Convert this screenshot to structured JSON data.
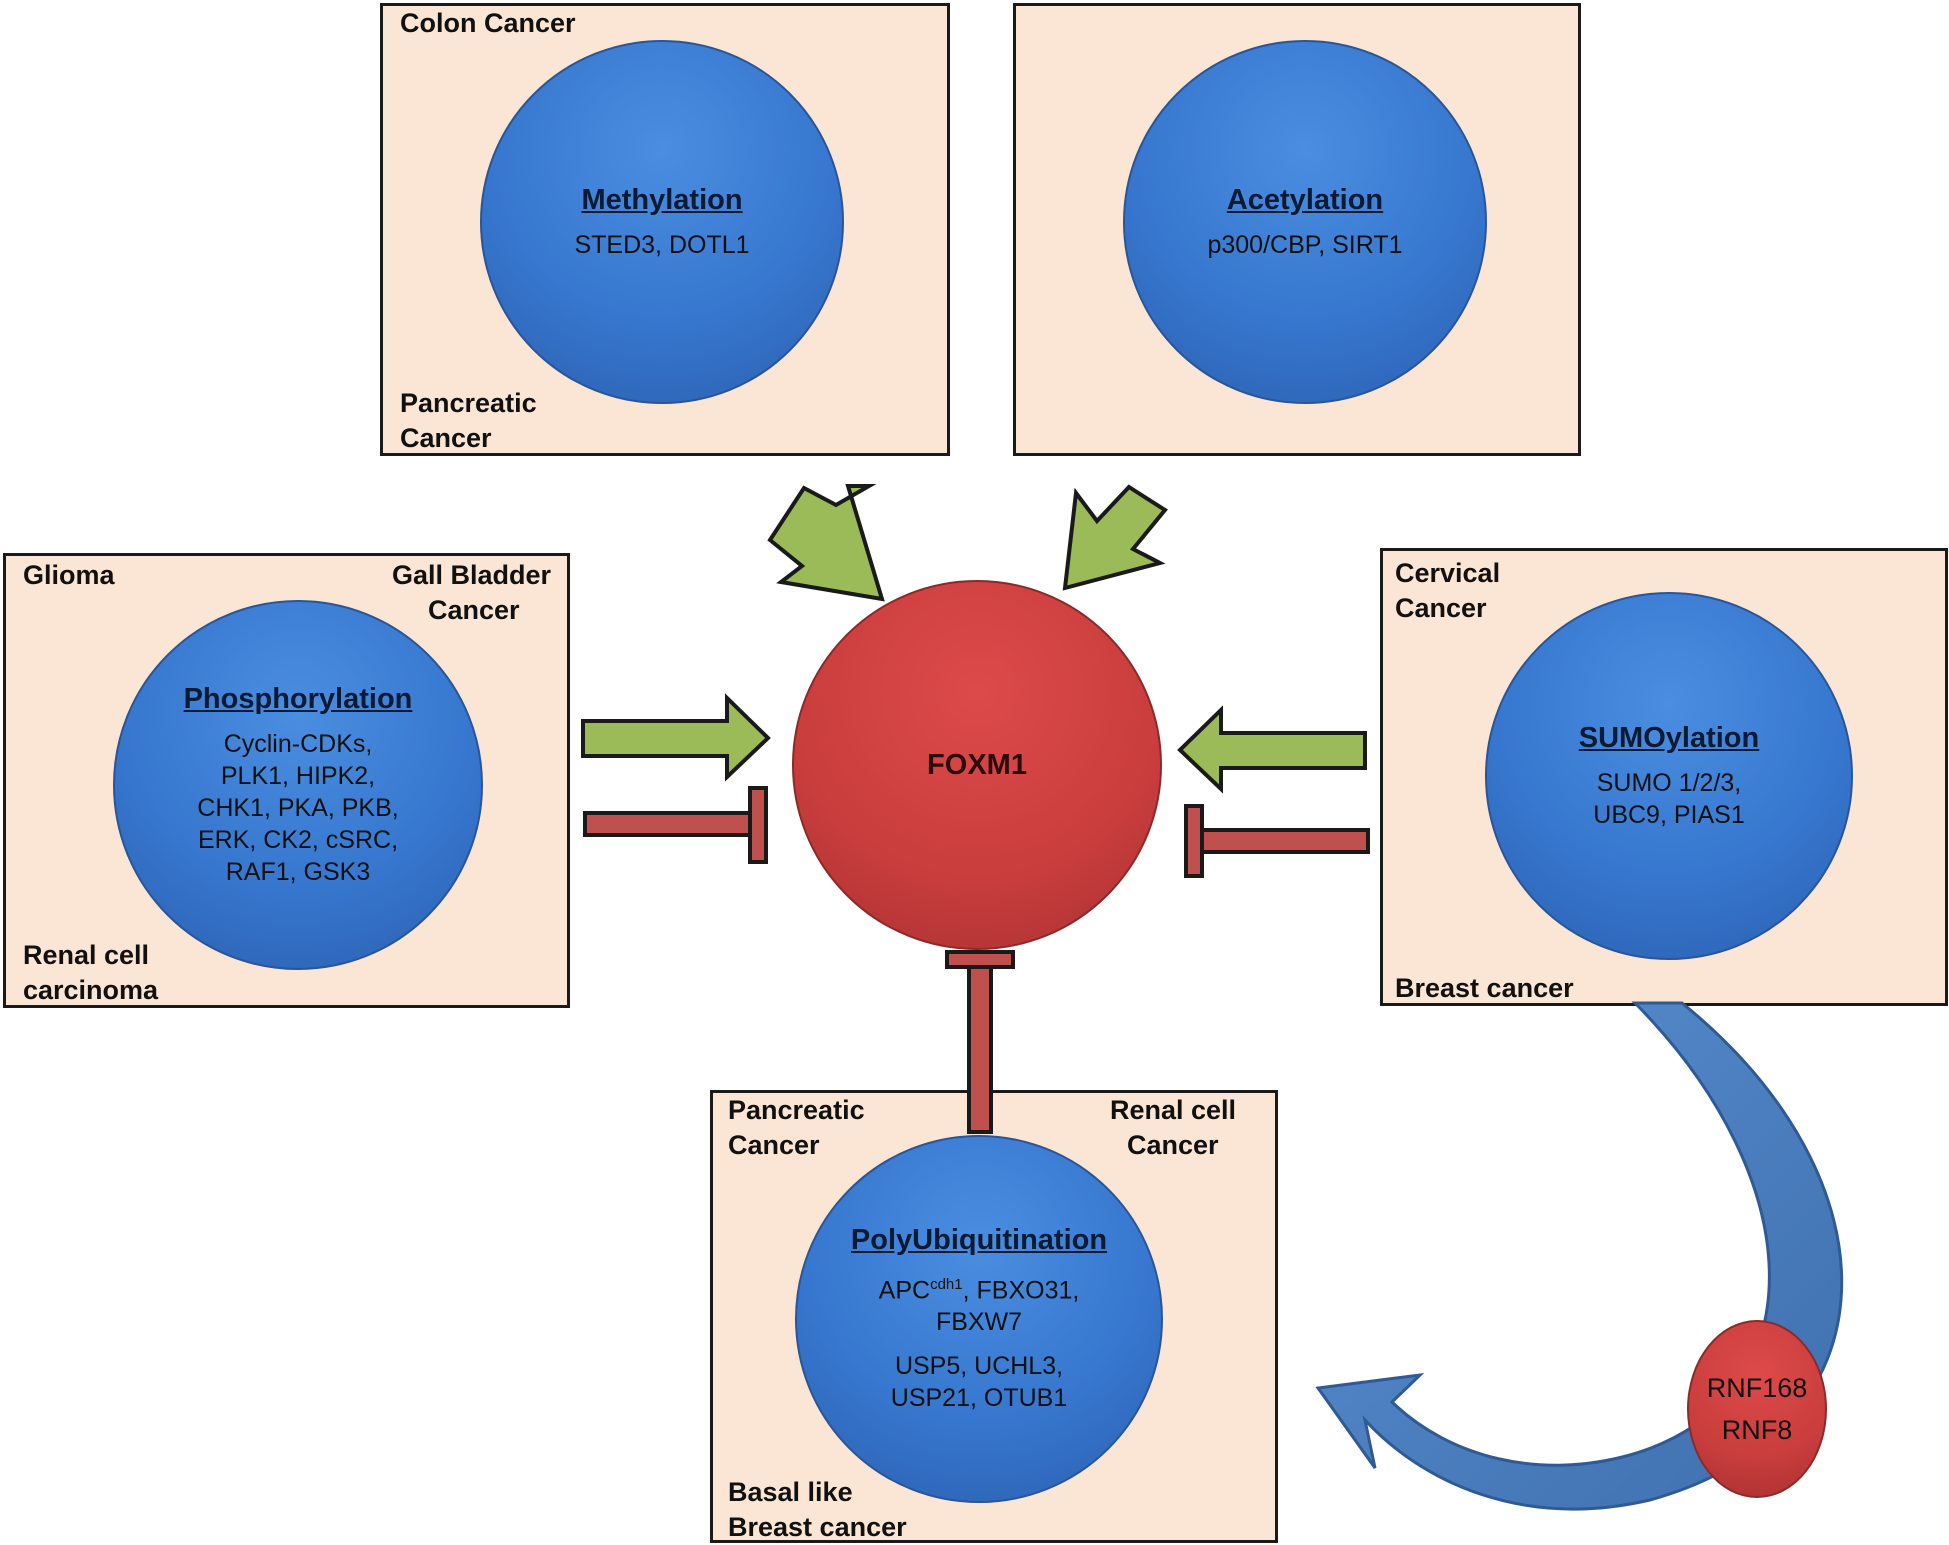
{
  "colors": {
    "box_fill": "#fbe6d5",
    "process_circle": "#3777cf",
    "target_circle": "#c93d3d",
    "activation_arrow": "#9bbb59",
    "inhibition_bar": "#c0504d",
    "flow_arrow": "#4f81bd"
  },
  "center": {
    "label": "FOXM1"
  },
  "modifications": {
    "methylation": {
      "title": "Methylation",
      "enzymes": [
        "STED3, DOTL1"
      ],
      "cancers": [
        "Colon Cancer",
        "Pancreatic",
        "Cancer"
      ]
    },
    "acetylation": {
      "title": "Acetylation",
      "enzymes": [
        "p300/CBP, SIRT1"
      ],
      "cancers": []
    },
    "phosphorylation": {
      "title": "Phosphorylation",
      "enzymes": [
        "Cyclin-CDKs,",
        "PLK1, HIPK2,",
        "CHK1, PKA, PKB,",
        "ERK, CK2, cSRC,",
        "RAF1, GSK3"
      ],
      "cancers": [
        "Glioma",
        "Gall Bladder",
        "Cancer",
        "Renal cell",
        "carcinoma"
      ]
    },
    "sumoylation": {
      "title": "SUMOylation",
      "enzymes": [
        "SUMO 1/2/3,",
        "UBC9, PIAS1"
      ],
      "cancers": [
        "Cervical",
        "Cancer",
        "Breast cancer"
      ]
    },
    "polyubiquitination": {
      "title": "PolyUbiquitination",
      "enzyme_apc": "APC",
      "enzyme_apc_sup": "cdh1",
      "enzyme_apc_rest": ", FBXO31,",
      "enzymes": [
        "FBXW7"
      ],
      "deubiquitinases": [
        "USP5, UCHL3,",
        "USP21, OTUB1"
      ],
      "cancers": [
        "Pancreatic",
        "Cancer",
        "Renal cell",
        "Cancer",
        "Basal like",
        "Breast cancer"
      ]
    }
  },
  "crosstalk": {
    "mediators": [
      "RNF168",
      "RNF8"
    ]
  }
}
